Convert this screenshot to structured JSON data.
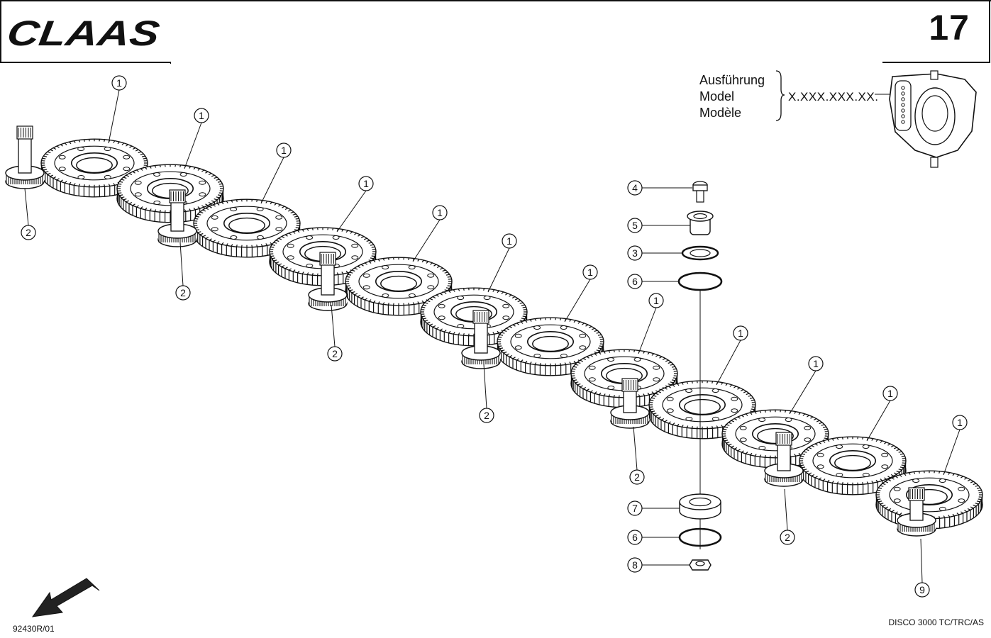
{
  "brand": "CLAAS",
  "page_number": "17",
  "variant": {
    "labels": [
      "Ausführung",
      "Model",
      "Modèle"
    ],
    "code": "X.XXX.XXX.XX."
  },
  "callouts": {
    "gear": "1",
    "pinion_shaft": "2",
    "washer": "3",
    "bolt": "4",
    "sleeve": "5",
    "circlip": "6",
    "bearing": "7",
    "nut": "8",
    "end_pinion_shaft": "9"
  },
  "footer": {
    "drawing_number": "92430R/01",
    "model": "DISCO 3000 TC/TRC/AS"
  }
}
